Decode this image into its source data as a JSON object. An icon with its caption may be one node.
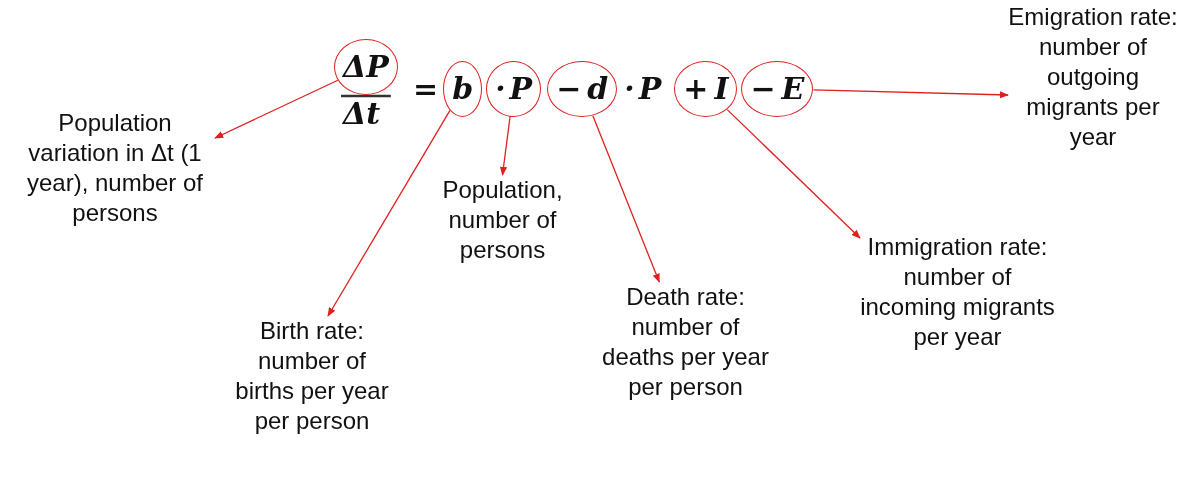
{
  "diagram": {
    "nodes": [
      {
        "text": [],
        "shape": "circle"
      },
      {
        "text": [],
        "shape": "circle"
      },
      {
        "text": [],
        "shape": "circle"
      },
      {
        "text": [],
        "shape": "circle"
      },
      {
        "text": [],
        "shape": "circle"
      },
      {
        "text": [],
        "shape": "circle"
      },
      {
        "text": [
          "Population variation in Δt (1 year), number of persons"
        ]
      },
      {
        "text": [
          "Birth rate: number of births per year per person"
        ]
      },
      {
        "text": [
          "Population, number of persons"
        ]
      },
      {
        "text": [
          "Death rate: number of deaths per year per person"
        ]
      },
      {
        "text": [
          "Immigration rate: number of incoming migrants per year"
        ]
      },
      {
        "text": [
          "Emigration rate: number of outgoing migrants per year"
        ]
      }
    ],
    "edges": [
      {
        "from": 0,
        "to": 6,
        "arrow": "to"
      },
      {
        "from": 1,
        "to": 7,
        "arrow": "to"
      },
      {
        "from": 2,
        "to": 8,
        "arrow": "to"
      },
      {
        "from": 3,
        "to": 9,
        "arrow": "to"
      },
      {
        "from": 4,
        "to": 10,
        "arrow": "to"
      },
      {
        "from": 5,
        "to": 11,
        "arrow": "to"
      }
    ],
    "labels": [
      "ΔP",
      "Δt",
      "=",
      "b",
      "·",
      "P",
      "−",
      "d",
      "·",
      "P",
      "+",
      "I",
      "−",
      "E"
    ]
  }
}
